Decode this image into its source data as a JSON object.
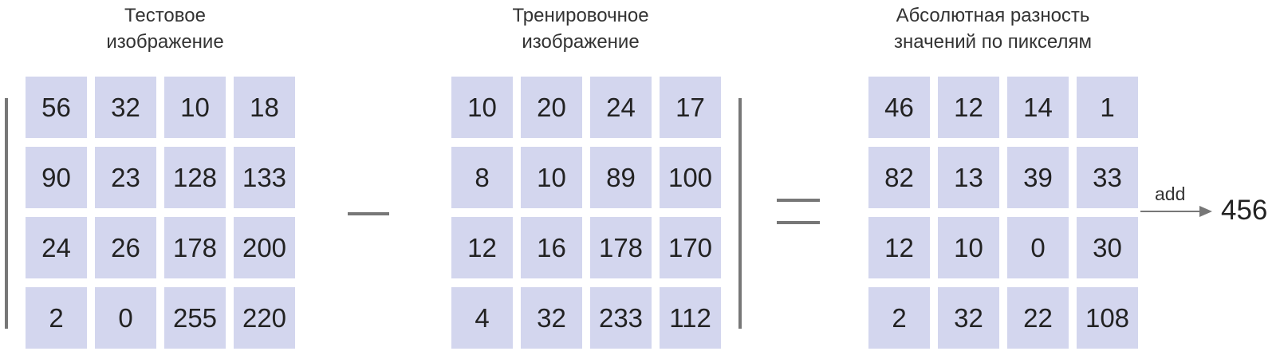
{
  "matrices": [
    {
      "title_line1": "Тестовое",
      "title_line2": "изображение",
      "rows": [
        [
          "56",
          "32",
          "10",
          "18"
        ],
        [
          "90",
          "23",
          "128",
          "133"
        ],
        [
          "24",
          "26",
          "178",
          "200"
        ],
        [
          "2",
          "0",
          "255",
          "220"
        ]
      ]
    },
    {
      "title_line1": "Тренировочное",
      "title_line2": "изображение",
      "rows": [
        [
          "10",
          "20",
          "24",
          "17"
        ],
        [
          "8",
          "10",
          "89",
          "100"
        ],
        [
          "12",
          "16",
          "178",
          "170"
        ],
        [
          "4",
          "32",
          "233",
          "112"
        ]
      ]
    },
    {
      "title_line1": "Абсолютная разность",
      "title_line2": "значений по пикселям",
      "rows": [
        [
          "46",
          "12",
          "14",
          "1"
        ],
        [
          "82",
          "13",
          "39",
          "33"
        ],
        [
          "12",
          "10",
          "0",
          "30"
        ],
        [
          "2",
          "32",
          "22",
          "108"
        ]
      ]
    }
  ],
  "arrow_label": "add",
  "result": "456",
  "colors": {
    "cell": "#d3d6ee",
    "lines": "#777777",
    "text": "#222222"
  }
}
